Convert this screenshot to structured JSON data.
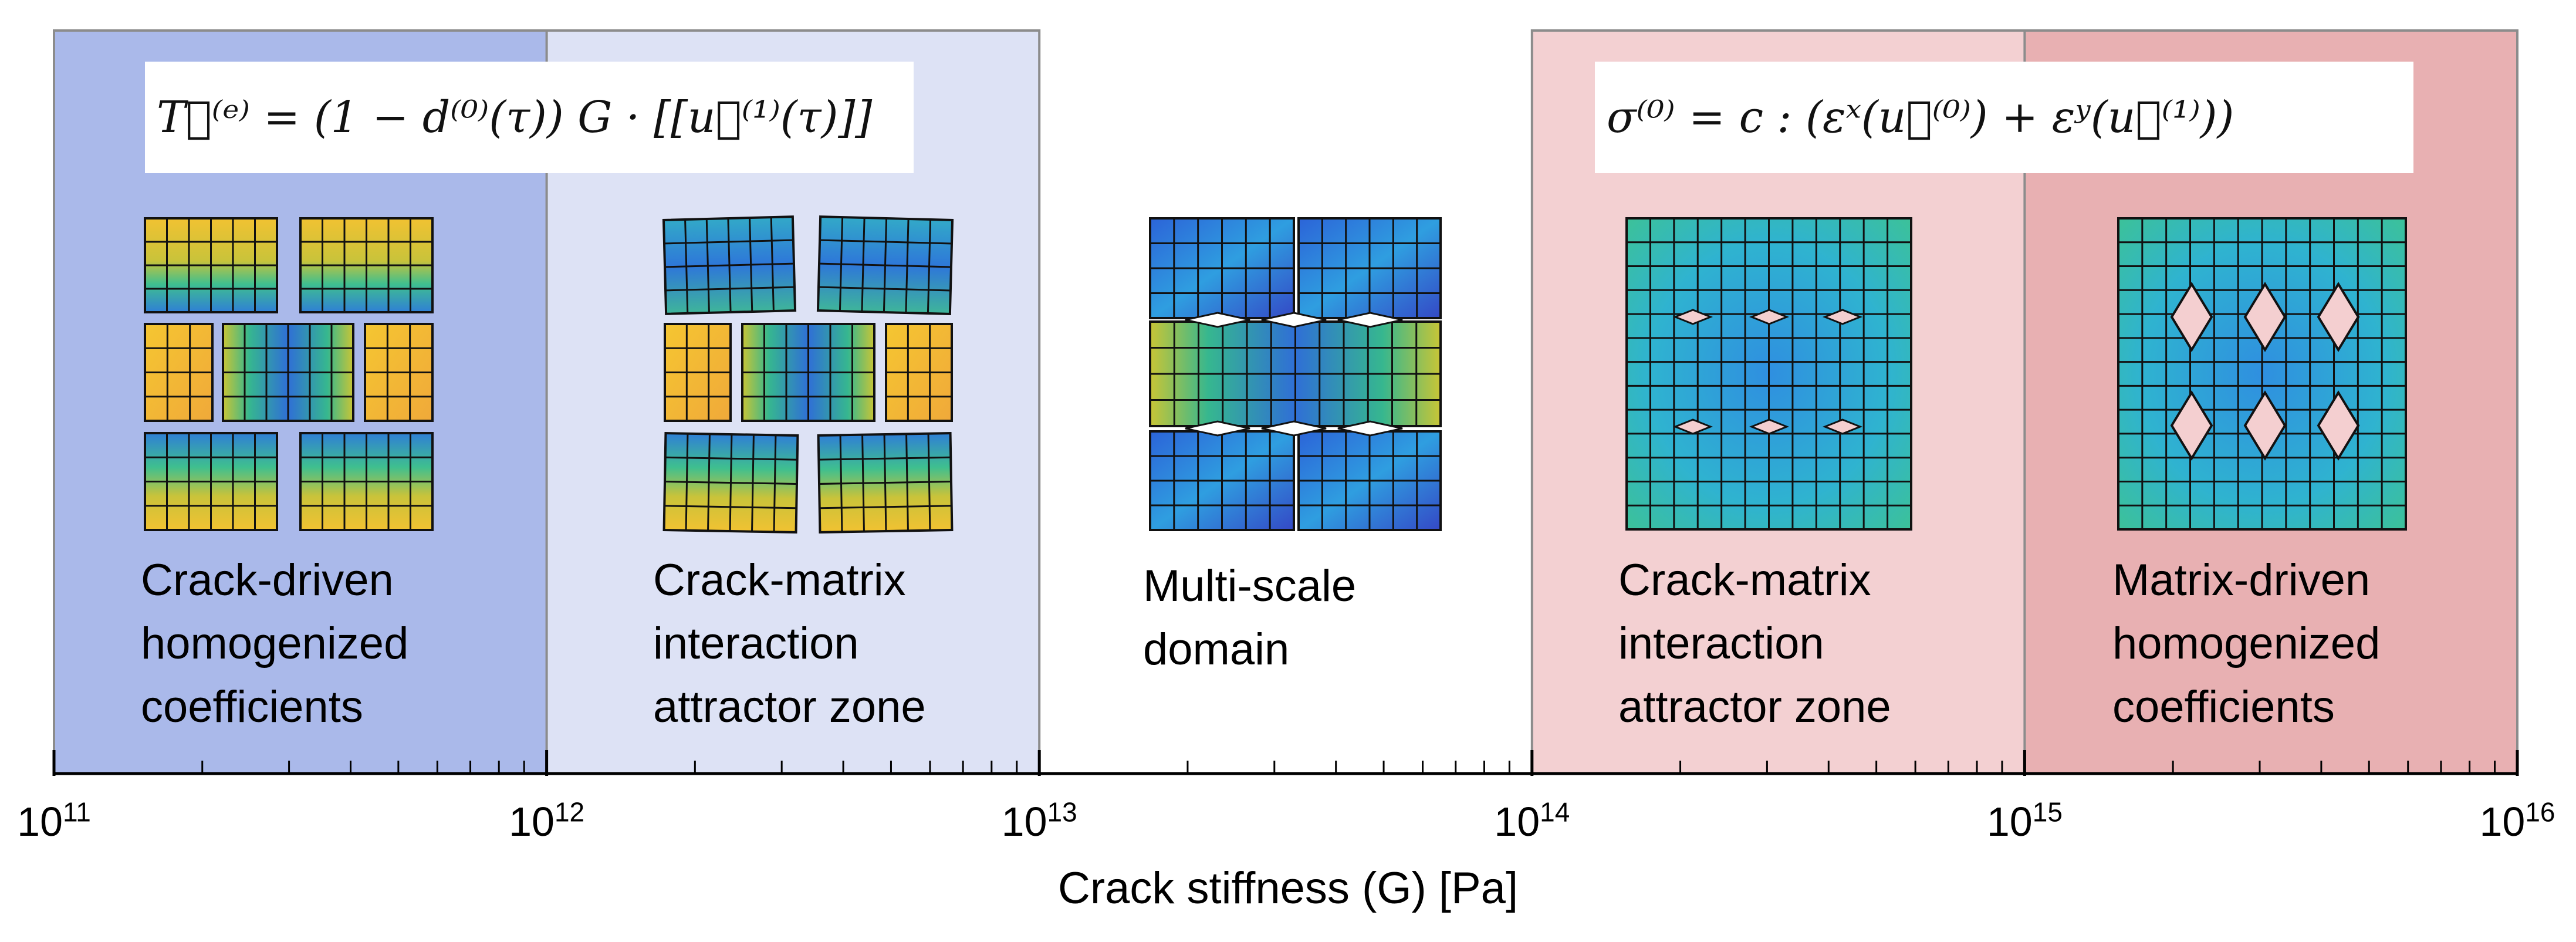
{
  "zones": [
    {
      "id": "crack-driven",
      "color": "#aab9ea",
      "lines": [
        "Crack-driven",
        "homogenized",
        "coefficients"
      ]
    },
    {
      "id": "crack-matrix-low",
      "color": "#dde2f5",
      "lines": [
        "Crack-matrix",
        "interaction",
        "attractor zone"
      ]
    },
    {
      "id": "multi-scale",
      "color": "#ffffff",
      "lines": [
        "Multi-scale",
        "domain"
      ]
    },
    {
      "id": "crack-matrix-high",
      "color": "#f3d0d2",
      "lines": [
        "Crack-matrix",
        "interaction",
        "attractor zone"
      ]
    },
    {
      "id": "matrix-driven",
      "color": "#e8b0b2",
      "lines": [
        "Matrix-driven",
        "homogenized",
        "coefficients"
      ]
    }
  ],
  "formulas": {
    "left": "T⃗⁽ᵉ⁾ = (1 − d⁽⁰⁾(τ)) G · [[u⃗⁽¹⁾(τ)]]",
    "right": "σ⁽⁰⁾ = c : (εˣ(u⃗⁽⁰⁾) + εʸ(u⃗⁽¹⁾))"
  },
  "axis": {
    "title": "Crack stiffness (G) [Pa]",
    "scale": "log",
    "range_exponents": [
      11,
      16
    ],
    "ticks": [
      {
        "base": "10",
        "exp": "11"
      },
      {
        "base": "10",
        "exp": "12"
      },
      {
        "base": "10",
        "exp": "13"
      },
      {
        "base": "10",
        "exp": "14"
      },
      {
        "base": "10",
        "exp": "15"
      },
      {
        "base": "10",
        "exp": "16"
      }
    ]
  }
}
